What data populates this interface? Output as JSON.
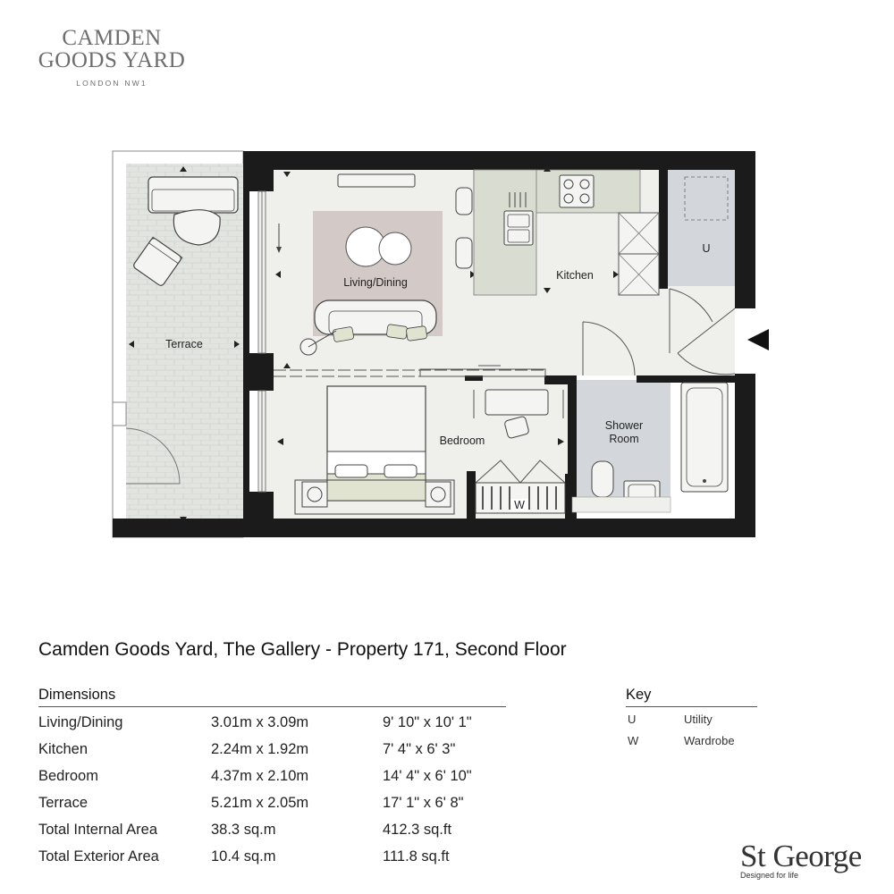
{
  "logo": {
    "line1": "CAMDEN",
    "line2": "GOODS YARD",
    "line3": "LONDON NW1"
  },
  "plan": {
    "rooms": {
      "terrace": "Terrace",
      "living_dining": "Living/Dining",
      "kitchen": "Kitchen",
      "bedroom": "Bedroom",
      "shower_line1": "Shower",
      "shower_line2": "Room",
      "utility": "U",
      "wardrobe": "W"
    }
  },
  "title": "Camden Goods Yard, The Gallery - Property 171, Second Floor",
  "dimensions": {
    "heading": "Dimensions",
    "rows": [
      {
        "room": "Living/Dining",
        "metric": "3.01m x 3.09m",
        "imperial": "9' 10\" x 10' 1\""
      },
      {
        "room": "Kitchen",
        "metric": "2.24m x 1.92m",
        "imperial": "7' 4\" x 6' 3\""
      },
      {
        "room": "Bedroom",
        "metric": "4.37m x 2.10m",
        "imperial": "14' 4\" x 6' 10\""
      },
      {
        "room": "Terrace",
        "metric": "5.21m x 2.05m",
        "imperial": "17' 1\" x 6' 8\""
      },
      {
        "room": "Total Internal Area",
        "metric": "38.3 sq.m",
        "imperial": "412.3 sq.ft"
      },
      {
        "room": "Total Exterior Area",
        "metric": "10.4 sq.m",
        "imperial": "111.8 sq.ft"
      }
    ]
  },
  "key": {
    "heading": "Key",
    "items": [
      {
        "code": "U",
        "label": "Utility"
      },
      {
        "code": "W",
        "label": "Wardrobe"
      }
    ]
  },
  "brand": {
    "name": "St George",
    "tagline": "Designed for life"
  },
  "colors": {
    "wall": "#1b1b1b",
    "floor": "#efefec",
    "terrace": "#e2e4e0",
    "rug": "#d3c9c6",
    "kitchen_counter": "#d9ddd1",
    "wet_room": "#d3d7dc",
    "furniture": "#dfe3d0"
  }
}
